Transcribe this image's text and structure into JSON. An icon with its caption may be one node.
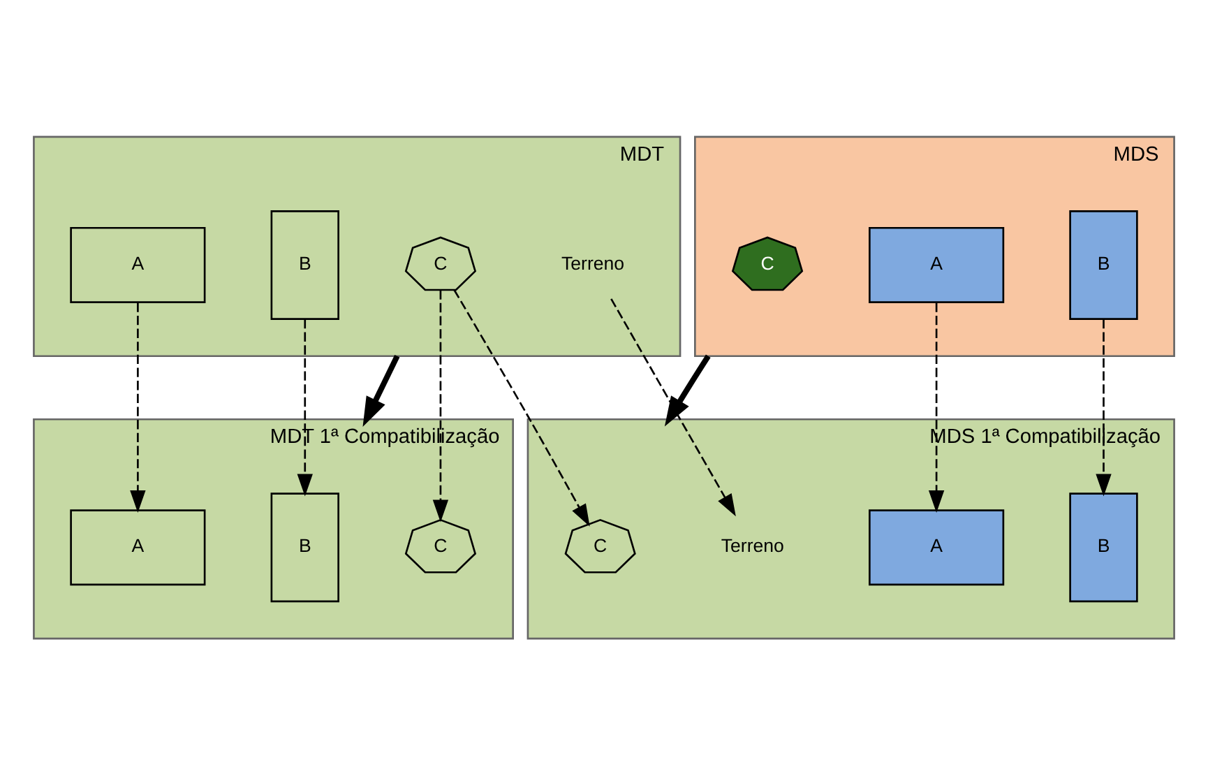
{
  "diagram": {
    "nodes": [
      {
        "text": [
          "MDT"
        ]
      },
      {
        "text": [
          "C"
        ],
        "in": 0
      },
      {
        "text": [
          "B"
        ],
        "in": 0
      },
      {
        "text": [
          "Terreno"
        ],
        "in": 0
      },
      {
        "text": [
          "A"
        ],
        "in": 0
      },
      {
        "text": [
          "MDS"
        ]
      },
      {
        "text": [
          "C"
        ],
        "in": 5
      },
      {
        "text": [
          "B"
        ],
        "in": 5
      },
      {
        "text": [
          "A"
        ],
        "in": 5
      },
      {
        "text": [
          "MDT 1ª Compatibilização"
        ]
      },
      {
        "text": [
          "C"
        ],
        "in": 9
      },
      {
        "text": [
          "B"
        ],
        "in": 9
      },
      {
        "text": [
          "A"
        ],
        "in": 9
      },
      {
        "text": [
          "MDS 1ª Compatibilização"
        ]
      },
      {
        "text": [
          "C"
        ],
        "in": 13
      },
      {
        "text": [
          "B"
        ],
        "in": 13
      },
      {
        "text": [
          "Terreno"
        ],
        "in": 13
      },
      {
        "text": [
          "A"
        ],
        "in": 13
      }
    ],
    "edges": [
      {
        "from": 0,
        "to": 9,
        "arrow": "to",
        "style": "thick"
      },
      {
        "from": 5,
        "to": 13,
        "arrow": "to",
        "style": "thick"
      },
      {
        "from": 1,
        "to": 10,
        "arrow": "to",
        "style": "dashed"
      },
      {
        "from": 4,
        "to": 12,
        "arrow": "to",
        "style": "dashed"
      },
      {
        "from": 2,
        "to": 11,
        "arrow": "to",
        "style": "dashed"
      },
      {
        "from": 1,
        "to": 14,
        "arrow": "to",
        "style": "dashed"
      },
      {
        "from": 3,
        "to": 16,
        "arrow": "to",
        "style": "dashed"
      },
      {
        "from": 8,
        "to": 17,
        "arrow": "to",
        "style": "dashed"
      },
      {
        "from": 7,
        "to": 15,
        "arrow": "to",
        "style": "dashed"
      }
    ]
  }
}
